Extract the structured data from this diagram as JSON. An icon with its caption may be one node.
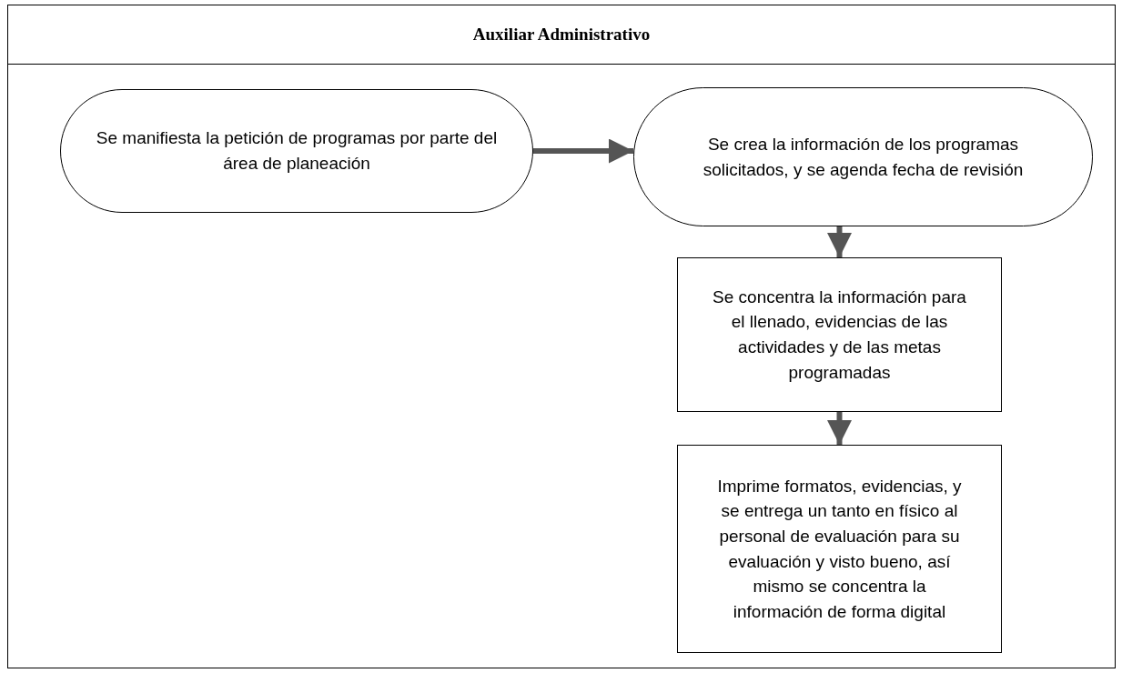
{
  "diagram": {
    "nodes": [
      {
        "text": [
          "Auxiliar Administrativo"
        ]
      },
      {
        "text": [
          "Se manifiesta la petición de programas por parte del área de planeación"
        ],
        "in": 0
      },
      {
        "text": [
          "Se crea la información de los programas solicitados, y se agenda fecha de revisión"
        ],
        "in": 0
      },
      {
        "text": [
          "Se concentra la información para el llenado, evidencias de las actividades y de las metas programadas"
        ],
        "in": 0
      },
      {
        "text": [
          "Imprime formatos, evidencias, y se entrega un tanto en físico al personal de evaluación para su evaluación y visto bueno, así mismo se concentra la información de forma digital"
        ],
        "in": 0
      }
    ],
    "edges": [
      {
        "from": 1,
        "to": 2,
        "arrow": "to"
      },
      {
        "from": 2,
        "to": 3,
        "arrow": "to"
      },
      {
        "from": 3,
        "to": 4,
        "arrow": "to"
      }
    ]
  }
}
